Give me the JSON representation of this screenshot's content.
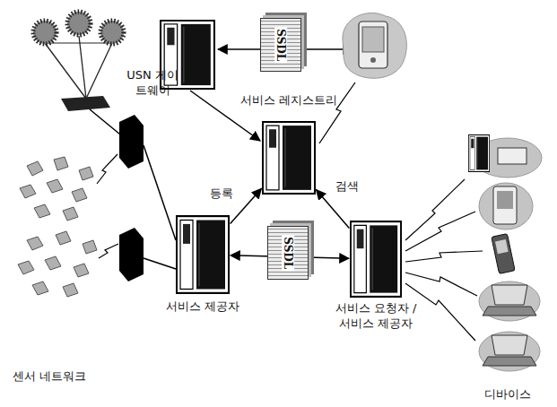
{
  "diagram": {
    "nodes": [
      {
        "text": [
          "서비스 레지스트리"
        ]
      },
      {
        "text": [
          "서비스 제공자"
        ]
      },
      {
        "text": [
          "서비스 요청자 / 서비스 제공자"
        ]
      }
    ],
    "edges": [
      {
        "from": 1,
        "to": 0,
        "arrow": "to",
        "label": "등록"
      },
      {
        "from": 2,
        "to": 0,
        "arrow": "to",
        "label": "검색"
      },
      {
        "from": 1,
        "to": 2,
        "arrow": "both",
        "label": "SSDL"
      }
    ],
    "labels": [
      "SSDL",
      "USN 게이트웨이",
      "센서 네트워크",
      "디바이스"
    ]
  }
}
